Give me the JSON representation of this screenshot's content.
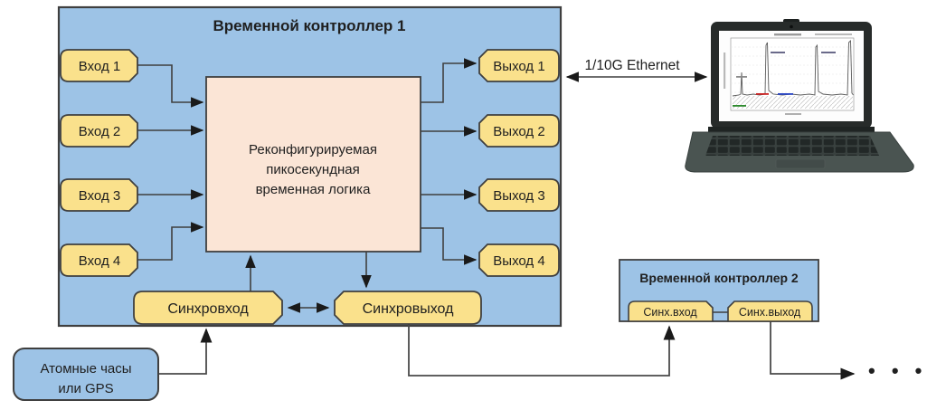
{
  "controller1": {
    "title": "Временной контроллер 1",
    "inputs": [
      "Вход 1",
      "Вход 2",
      "Вход 3",
      "Вход 4"
    ],
    "outputs": [
      "Выход 1",
      "Выход 2",
      "Выход 3",
      "Выход 4"
    ],
    "core": {
      "lines": [
        "Реконфигурируемая",
        "пикосекундная",
        "временная логика"
      ]
    },
    "sync_in": "Синхровход",
    "sync_out": "Синхровыход"
  },
  "controller2": {
    "title": "Временной контроллер 2",
    "sync_in": "Синх.вход",
    "sync_out": "Синх.выход"
  },
  "clock_source": {
    "lines": [
      "Атомные часы",
      "или GPS"
    ]
  },
  "ethernet_label": "1/10G Ethernet",
  "ellipsis": "• • •",
  "colors": {
    "panel_blue": "#9DC3E6",
    "box_yellow": "#FAE18C",
    "core_peach": "#FBE5D6",
    "border_dark": "#3F3F3F"
  }
}
